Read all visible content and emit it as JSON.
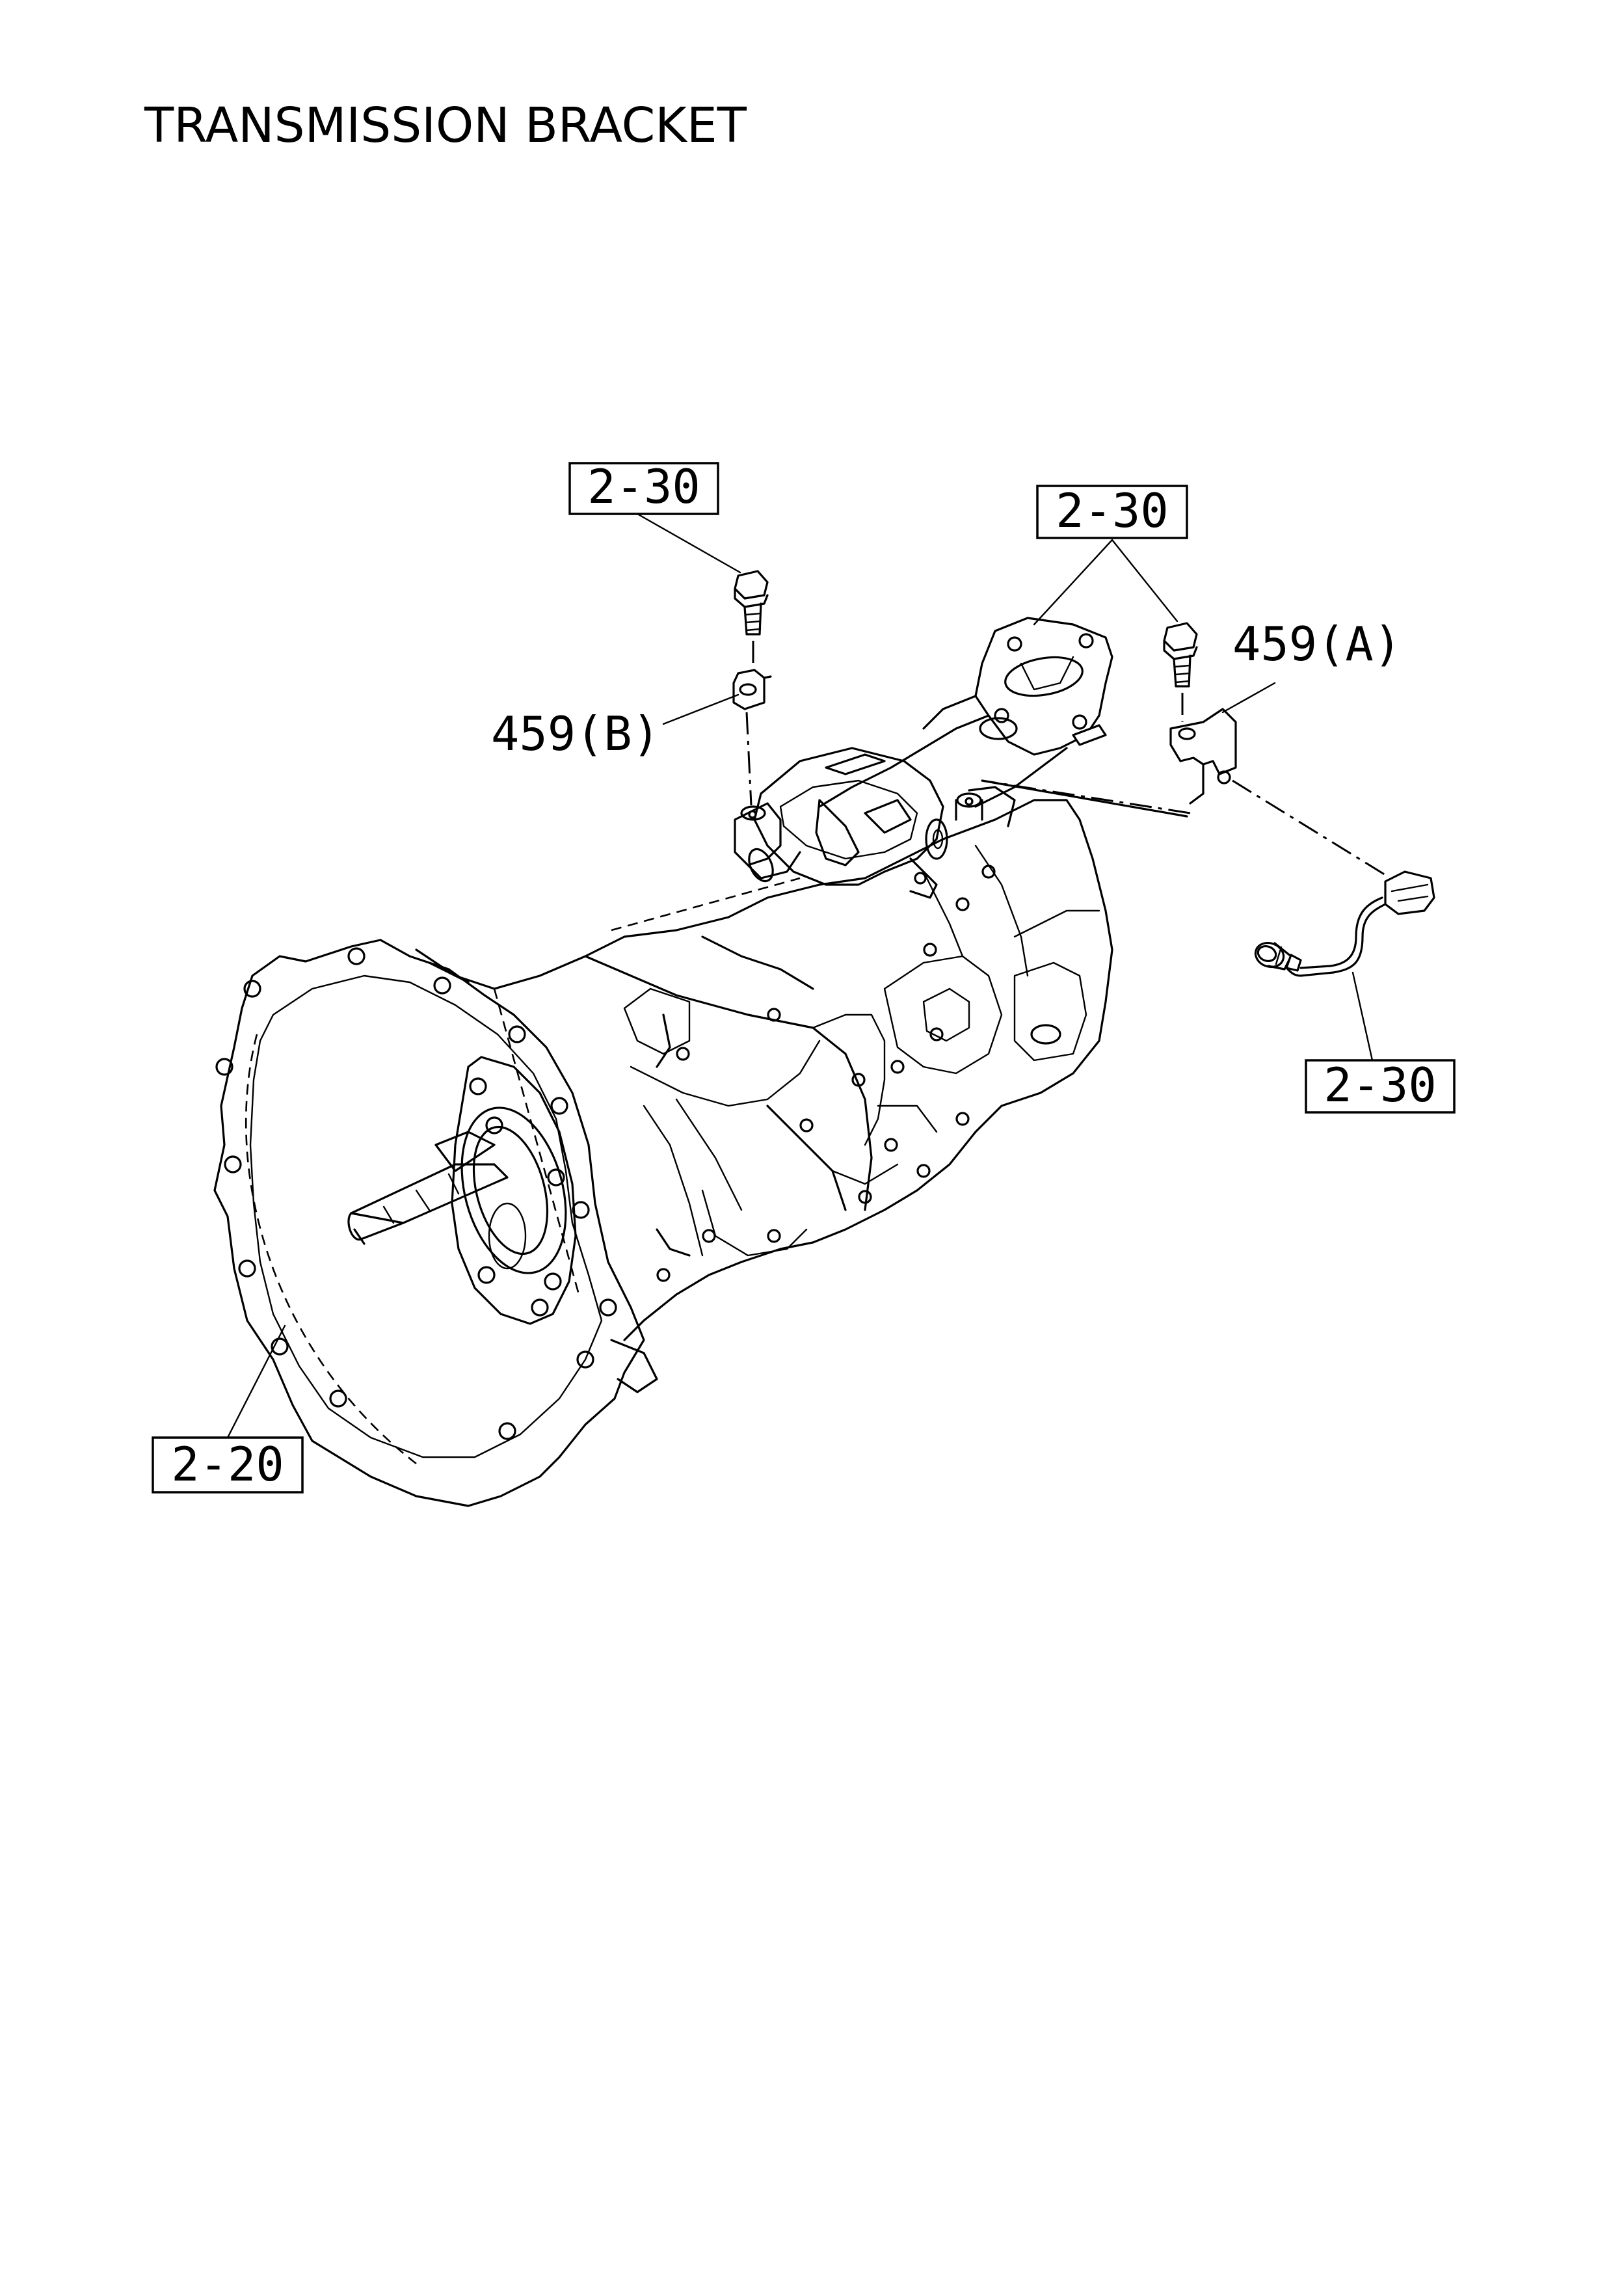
{
  "title": "TRANSMISSION BRACKET",
  "callouts": {
    "ref_top_left": "2-30",
    "ref_top_right": "2-30",
    "ref_right": "2-30",
    "ref_bottom_left": "2-20",
    "part_a": "459(A)",
    "part_b": "459(B)"
  }
}
